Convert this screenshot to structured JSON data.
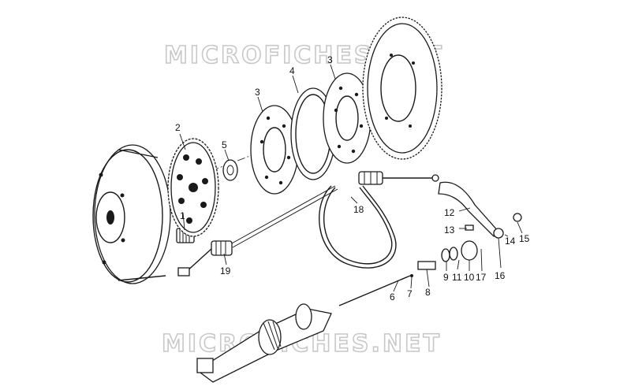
{
  "watermark": {
    "top": "MICROFICHES.NET",
    "bottom": "MICROFICHES.NET"
  },
  "callouts": [
    {
      "id": "c1",
      "text": "1"
    },
    {
      "id": "c2",
      "text": "2"
    },
    {
      "id": "c3a",
      "text": "3"
    },
    {
      "id": "c3b",
      "text": "3"
    },
    {
      "id": "c4",
      "text": "4"
    },
    {
      "id": "c5",
      "text": "5"
    },
    {
      "id": "c6",
      "text": "6"
    },
    {
      "id": "c7",
      "text": "7"
    },
    {
      "id": "c8",
      "text": "8"
    },
    {
      "id": "c9",
      "text": "9"
    },
    {
      "id": "c10",
      "text": "10"
    },
    {
      "id": "c11",
      "text": "11"
    },
    {
      "id": "c12",
      "text": "12"
    },
    {
      "id": "c13",
      "text": "13"
    },
    {
      "id": "c14",
      "text": "14"
    },
    {
      "id": "c15",
      "text": "15"
    },
    {
      "id": "c16",
      "text": "16"
    },
    {
      "id": "c17",
      "text": "17"
    },
    {
      "id": "c18",
      "text": "18"
    },
    {
      "id": "c19",
      "text": "19"
    }
  ]
}
